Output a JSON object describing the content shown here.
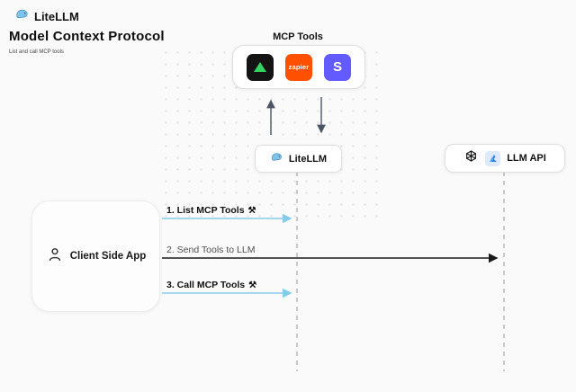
{
  "brand": {
    "name": "LiteLLM"
  },
  "page": {
    "title": "Model Context Protocol",
    "subtitle": "List and call MCP tools"
  },
  "mcp": {
    "label": "MCP Tools",
    "tools": [
      {
        "name": "green-triangle-tool"
      },
      {
        "name": "zapier",
        "label": "zapier"
      },
      {
        "name": "stripe",
        "label": "S"
      }
    ]
  },
  "nodes": {
    "litellm": {
      "label": "LiteLLM"
    },
    "llm_api": {
      "label": "LLM API"
    },
    "client": {
      "label": "Client Side App"
    }
  },
  "messages": [
    {
      "label": "1. List MCP Tools",
      "glyph": "⚒"
    },
    {
      "label": "2. Send Tools to LLM",
      "glyph": ""
    },
    {
      "label": "3. Call MCP Tools",
      "glyph": "⚒"
    }
  ],
  "colors": {
    "background": "#fafafa",
    "accent_cyan": "#86cbea",
    "zapier_orange": "#ff4f00",
    "stripe_purple": "#635bff",
    "tool_green": "#35d461",
    "line_dark": "#1a1a1a",
    "lifeline_gray": "#b5b5b5"
  }
}
